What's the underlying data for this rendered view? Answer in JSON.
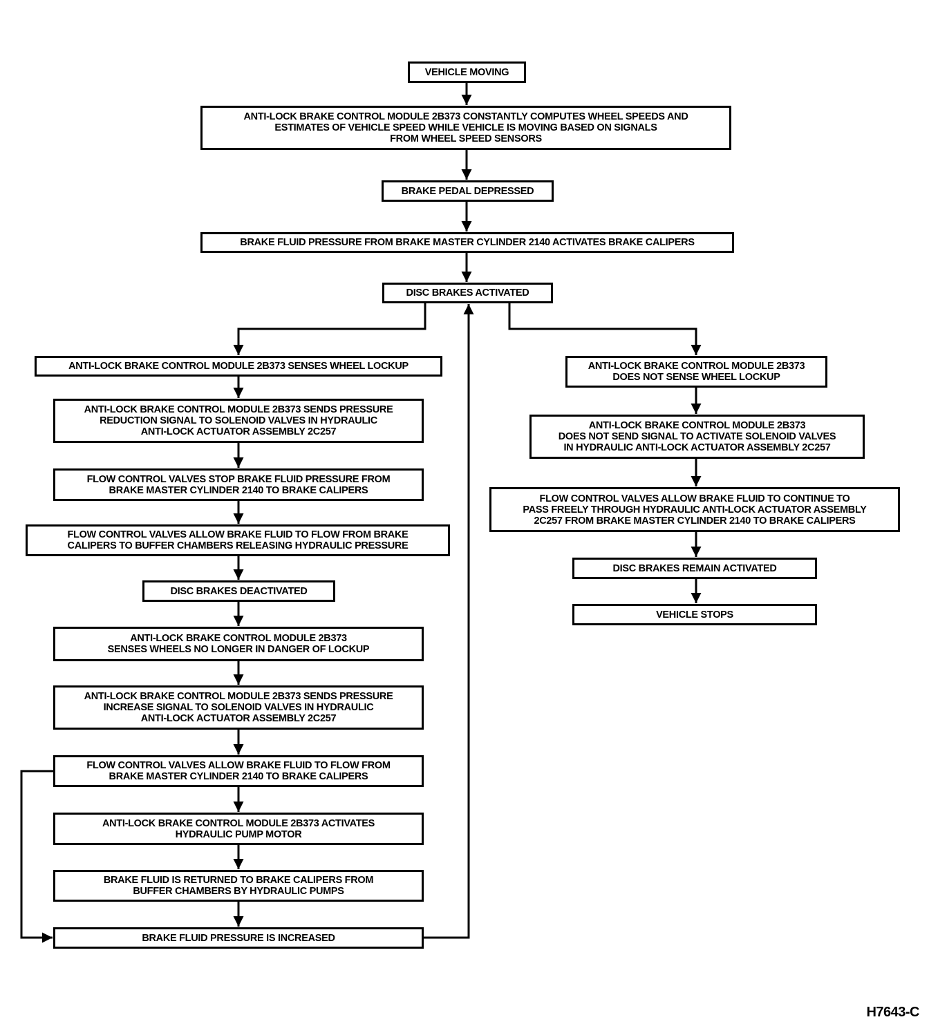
{
  "colors": {
    "line": "#000000",
    "background": "#ffffff"
  },
  "boxes": {
    "vehicle_moving": "VEHICLE MOVING",
    "computes_speeds": "ANTI-LOCK BRAKE CONTROL MODULE 2B373 CONSTANTLY COMPUTES WHEEL SPEEDS AND\nESTIMATES OF VEHICLE SPEED WHILE VEHICLE IS MOVING BASED ON SIGNALS\nFROM WHEEL SPEED SENSORS",
    "pedal_depressed": "BRAKE PEDAL DEPRESSED",
    "fluid_pressure_activates": "BRAKE FLUID PRESSURE FROM BRAKE MASTER CYLINDER 2140 ACTIVATES BRAKE CALIPERS",
    "disc_activated": "DISC BRAKES ACTIVATED",
    "senses_lockup": "ANTI-LOCK BRAKE CONTROL MODULE 2B373 SENSES WHEEL LOCKUP",
    "sends_reduction": "ANTI-LOCK BRAKE CONTROL MODULE 2B373 SENDS PRESSURE\nREDUCTION SIGNAL TO SOLENOID VALVES IN HYDRAULIC\nANTI-LOCK ACTUATOR ASSEMBLY 2C257",
    "valves_stop": "FLOW CONTROL VALVES STOP BRAKE FLUID PRESSURE FROM\nBRAKE MASTER CYLINDER 2140 TO BRAKE CALIPERS",
    "valves_release": "FLOW CONTROL VALVES ALLOW BRAKE FLUID TO FLOW FROM BRAKE\nCALIPERS TO BUFFER CHAMBERS RELEASING HYDRAULIC PRESSURE",
    "disc_deactivated": "DISC BRAKES DEACTIVATED",
    "no_danger": "ANTI-LOCK BRAKE CONTROL MODULE 2B373\nSENSES WHEELS NO LONGER IN DANGER OF LOCKUP",
    "sends_increase": "ANTI-LOCK BRAKE CONTROL MODULE 2B373 SENDS PRESSURE\nINCREASE SIGNAL TO SOLENOID VALVES IN HYDRAULIC\nANTI-LOCK ACTUATOR ASSEMBLY 2C257",
    "valves_allow_master": "FLOW CONTROL VALVES ALLOW BRAKE FLUID TO FLOW FROM\nBRAKE MASTER CYLINDER 2140 TO BRAKE CALIPERS",
    "pump_motor": "ANTI-LOCK BRAKE CONTROL MODULE 2B373 ACTIVATES\nHYDRAULIC PUMP MOTOR",
    "fluid_returned": "BRAKE FLUID IS RETURNED TO BRAKE CALIPERS FROM\nBUFFER CHAMBERS BY HYDRAULIC PUMPS",
    "pressure_increased": "BRAKE FLUID PRESSURE IS INCREASED",
    "no_lockup": "ANTI-LOCK BRAKE CONTROL MODULE 2B373\nDOES NOT SENSE WHEEL LOCKUP",
    "no_signal": "ANTI-LOCK BRAKE CONTROL MODULE 2B373\nDOES NOT SEND SIGNAL TO ACTIVATE SOLENOID VALVES\nIN HYDRAULIC ANTI-LOCK ACTUATOR ASSEMBLY 2C257",
    "pass_freely": "FLOW CONTROL VALVES ALLOW BRAKE FLUID TO CONTINUE TO\nPASS FREELY THROUGH HYDRAULIC ANTI-LOCK ACTUATOR ASSEMBLY\n2C257 FROM BRAKE MASTER CYLINDER 2140 TO BRAKE CALIPERS",
    "remain_activated": "DISC BRAKES REMAIN ACTIVATED",
    "vehicle_stops": "VEHICLE STOPS"
  },
  "figure_id": "H7643-C"
}
